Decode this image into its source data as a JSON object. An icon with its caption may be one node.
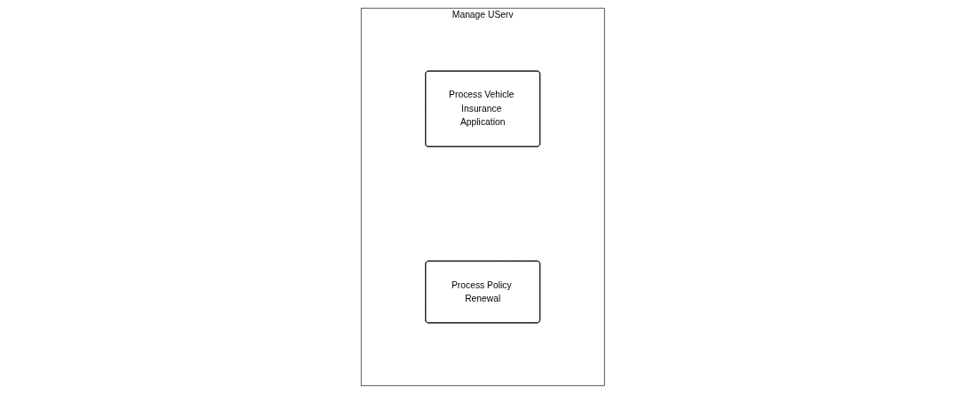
{
  "diagram": {
    "nodes": [
      {
        "text": [
          "Manage UServ"
        ]
      },
      {
        "text": [
          "Process Vehicle Insurance Application"
        ],
        "in": 0
      },
      {
        "text": [
          "Process Policy Renewal"
        ],
        "in": 0
      }
    ],
    "edges": []
  }
}
